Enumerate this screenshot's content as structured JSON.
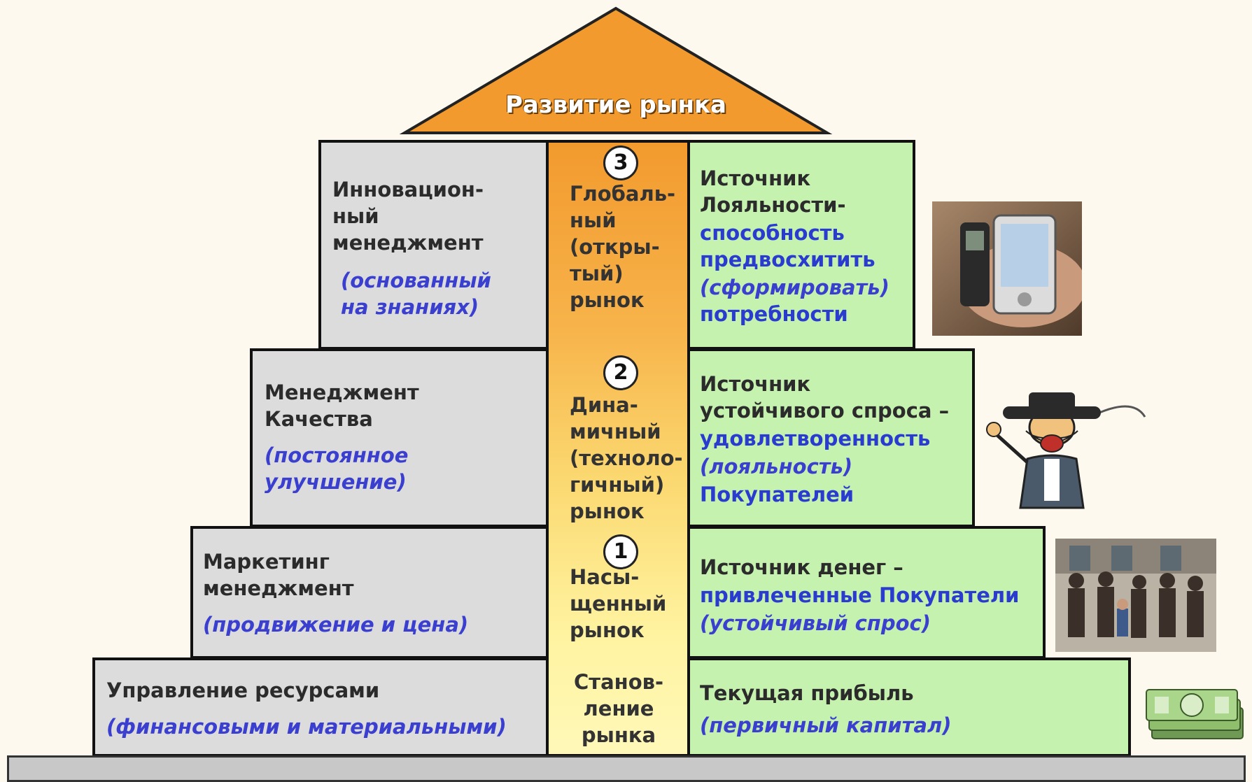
{
  "roof": {
    "label": "Развитие рынка"
  },
  "levels": [
    {
      "number": "3",
      "left_title": "Инновацион-\nный\n менеджмент",
      "left_sub": "(основанный\nна знаниях)",
      "center": "Глобаль-\nный\n(откры-\nтый)\nрынок",
      "right_line1": "Источник\nЛояльности-",
      "right_blue": "способность\nпредвосхитить",
      "right_italic": " (сформировать)",
      "right_end": "потребности",
      "picture": "pda-phone-photo"
    },
    {
      "number": "2",
      "left_title": "Менеджмент\nКачества",
      "left_sub": "(постоянное\n улучшение)",
      "center": "Дина-\nмичный\n(техноло-\nгичный)\nрынок",
      "right_line1": "Источник\nустойчивого спроса –",
      "right_blue": "удовлетворенность",
      "right_italic": "(лояльность)",
      "right_end": "Покупателей",
      "picture": "cartoon-businessman"
    },
    {
      "number": "1",
      "left_title": "Маркетинг\nменеджмент",
      "left_sub": "(продвижение и цена)",
      "center": "Насы-\nщенный\nрынок",
      "right_line1": "Источник денег –",
      "right_blue": "привлеченные  Покупатели",
      "right_italic": "(устойчивый спрос)",
      "right_end": "",
      "picture": "queue-of-people-photo"
    },
    {
      "number": "",
      "left_title": "Управление ресурсами",
      "left_sub": "(финансовыми и материальными)",
      "center": "Станов-\nление\nрынка",
      "right_line1": "Текущая прибыль",
      "right_blue": "",
      "right_italic": "(первичный капитал)",
      "right_end": "",
      "picture": "money-stack-picture"
    }
  ],
  "colors": {
    "roof": "#f29a2e",
    "gray_block": "#dcdcdc",
    "green_block": "#c6f2b0",
    "column_top": "#f5a63a",
    "column_bottom": "#fff4a0",
    "base": "#c8c8c8"
  }
}
